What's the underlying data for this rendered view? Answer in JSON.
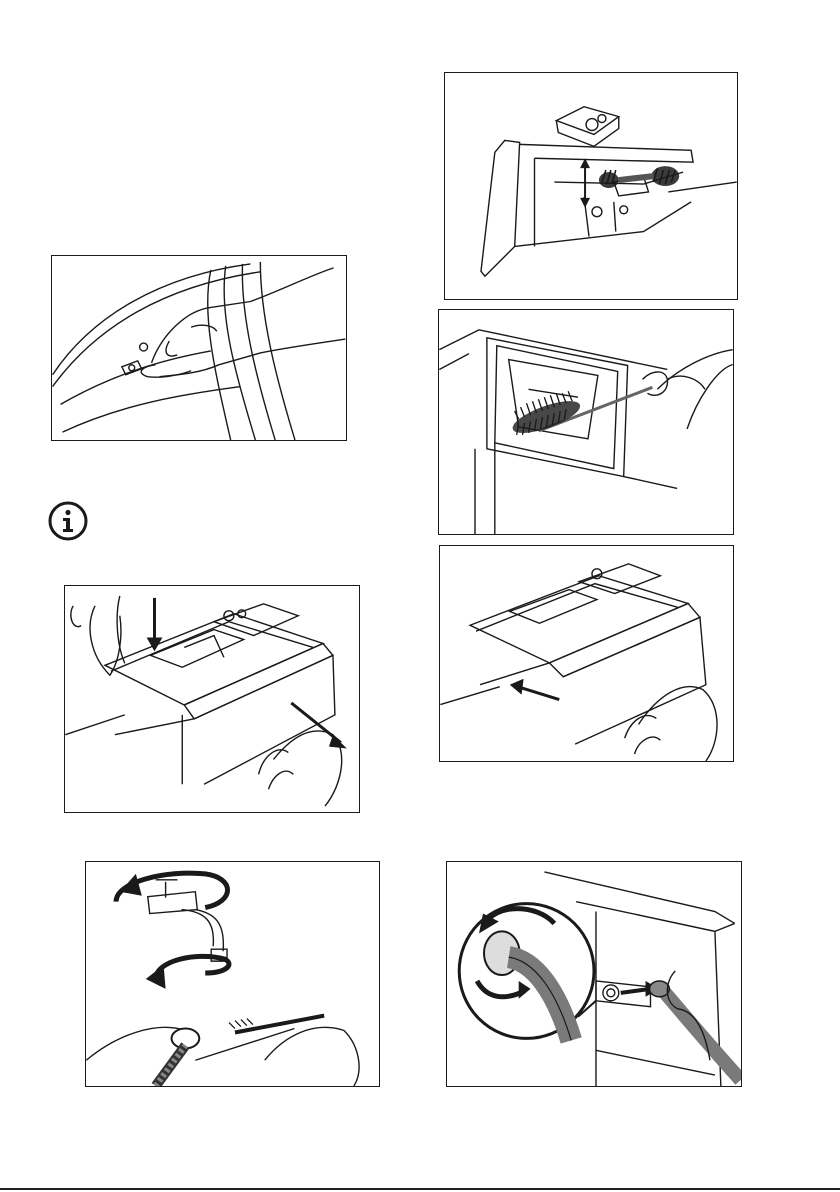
{
  "page": {
    "background": "#ffffff",
    "line_color": "#1a1a1a",
    "hose_color": "#7a7a7a",
    "brush_color": "#111111"
  },
  "icons": {
    "info": "info-circle-icon"
  },
  "figures": [
    {
      "id": "drum-valve",
      "description_icon": "hand-pressing-valve-icon"
    },
    {
      "id": "dispenser-brush",
      "description_icon": "dispenser-brush-icon"
    },
    {
      "id": "dispenser-recess",
      "description_icon": "recess-brush-icon"
    },
    {
      "id": "dispenser-remove",
      "description_icon": "dispenser-remove-icon"
    },
    {
      "id": "dispenser-insert",
      "description_icon": "dispenser-insert-icon"
    },
    {
      "id": "tap-hose",
      "description_icon": "tap-hose-clean-icon"
    },
    {
      "id": "inlet-hose",
      "description_icon": "inlet-hose-unscrew-icon"
    }
  ]
}
